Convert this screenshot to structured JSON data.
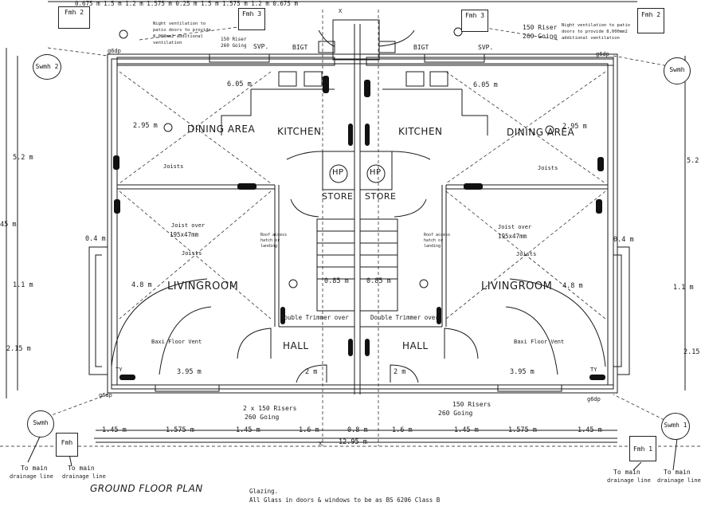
{
  "title": "GROUND FLOOR PLAN",
  "glazing_note": [
    "Glazing.",
    "All Glass in doors & windows to be as BS 6206 Class B"
  ],
  "rooms": {
    "dining_left": "DINING AREA",
    "kitchen_left": "KITCHEN",
    "kitchen_right": "KITCHEN",
    "dining_right": "DINING AREA",
    "store_left": "STORE",
    "store_right": "STORE",
    "hp": "HP",
    "living_left": "LIVINGROOM",
    "living_right": "LIVINGROOM",
    "hall_left": "HALL",
    "hall_right": "HALL"
  },
  "notes": {
    "night_vent": "Night ventilation to patio doors to provide 8,000mm2 additional ventilation",
    "riser_top_left": "150 Riser 260 Going",
    "riser_top_right": "150 Riser",
    "going_top_right": "260 Going",
    "svp": "SVP.",
    "bigt": "BIGT",
    "joists": "Joists",
    "joist_over": "Joist over",
    "joist_size": "195x47mm",
    "double_trimmer": "Double Trimmer over",
    "baxi": "Baxi Floor Vent",
    "roof_note": "Roof access hatch or landing",
    "risers_bottom_left": "2 x 150 Risers",
    "going_bottom": "260 Going",
    "risers_bottom_right": "150 Risers",
    "to_main": "To main",
    "drainage_line": "drainage line"
  },
  "tags": {
    "fmh1": "Fmh 1",
    "fmh2": "Fmh 2",
    "fmh3": "Fmh 3",
    "fmh": "Fmh",
    "swmh1": "Swmh 1",
    "swmh2": "Swmh 2",
    "swmh": "Swmh",
    "rwp_top": "g6dp",
    "rwp_bottom": "g6dp",
    "ty": "TY",
    "x": "X"
  },
  "dimensions": {
    "dining_width": "6.05 m",
    "dining_depth": "2.95 m",
    "store_width": "0.85 m",
    "living_width": "4.8 m",
    "living_bay": "3.95 m",
    "hall_width": "2 m",
    "left_outer_1": "5.2 m",
    "left_outer_2": "0.4 m",
    "left_outer_3": "1.1 m",
    "left_outer_4": "2.15 m",
    "left_total": "45 m",
    "right_outer_1": "5.2",
    "right_outer_2": "0.4 m",
    "right_outer_3": "1.1 m",
    "right_outer_4": "2.15",
    "bottom_1": "1.45 m",
    "bottom_2": "1.575 m",
    "bottom_3": "1.45 m",
    "bottom_4": "1.6 m",
    "bottom_5": "0.8 m",
    "bottom_6": "1.6 m",
    "bottom_7": "1.45 m",
    "bottom_8": "1.575 m",
    "bottom_9": "1.45 m",
    "overall": "12.95 m",
    "top_row": "0.675 m      1.5 m      1.2 m    1.575 m   0.25 m    1.5 m       1.575 m        1.2 m            0.675 m"
  },
  "colors": {
    "ink": "#1a1a1a",
    "paper": "#ffffff"
  }
}
